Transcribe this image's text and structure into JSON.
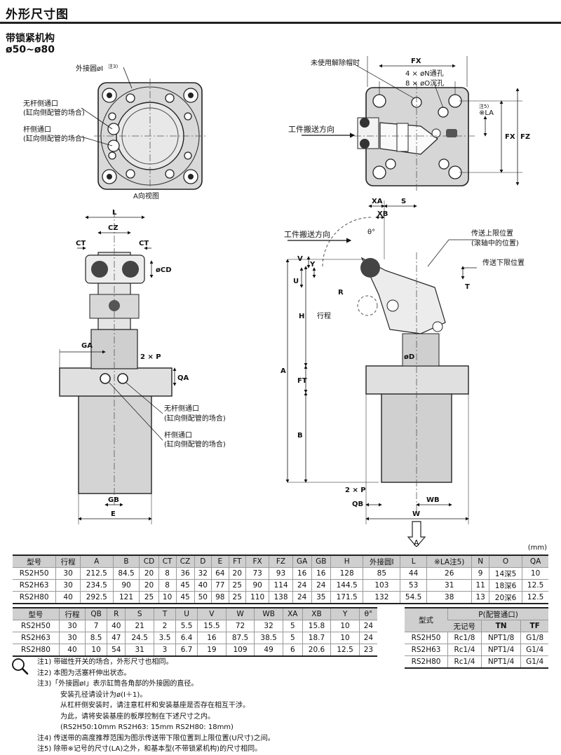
{
  "header": {
    "title": "外形尺寸图"
  },
  "subtitle": {
    "line1": "带锁紧机构",
    "line2": "ø50~ø80"
  },
  "drawing": {
    "labels": {
      "outer_circle": "外接圆øI",
      "note3_sup": "注3)",
      "head_port": "无杆侧通口",
      "head_port_sub": "(缸向侧配管的场合)",
      "rod_port": "杆侧通口",
      "rod_port_sub": "(缸向侧配管的场合)",
      "a_view": "A向视图",
      "unused_plug": "未使用解除帽时",
      "n_holes_prefix": "4 × øN",
      "n_holes_suffix": "通孔",
      "o_holes_prefix": "8 × øO",
      "o_holes_suffix": "沉孔",
      "feed_dir": "工件搬送方向",
      "upper_limit": "传送上限位置",
      "upper_limit_sub": "(滚轴中的位置)",
      "lower_limit": "传送下限位置",
      "stroke": "行程",
      "theta": "θ°",
      "A_arrow": "A",
      "head_port_lower": "无杆侧通口",
      "head_port_lower_sub": "(缸向侧配管的场合)",
      "rod_port_lower": "杆侧通口",
      "rod_port_lower_sub": "(缸向侧配管的场合)",
      "la_note": "※LA",
      "la_sup": "注5)"
    },
    "dims": {
      "FZ": "FZ",
      "FX": "FX",
      "L": "L",
      "CZ": "CZ",
      "CT": "CT",
      "CD": "øCD",
      "GA": "GA",
      "GB": "GB",
      "E": "E",
      "QA": "QA",
      "P2": "2 × P",
      "XA": "XA",
      "XB": "XB",
      "S": "S",
      "V": "V",
      "Y": "Y",
      "U": "U",
      "R": "R",
      "H": "H",
      "A": "A",
      "FT": "FT",
      "B": "B",
      "D": "øD",
      "T": "T",
      "QB": "QB",
      "WB": "WB",
      "W": "W"
    }
  },
  "table1": {
    "unit": "(mm)",
    "headers": [
      "型号",
      "行程",
      "A",
      "B",
      "CD",
      "CT",
      "CZ",
      "D",
      "E",
      "FT",
      "FX",
      "FZ",
      "GA",
      "GB",
      "H",
      "外接圆I",
      "L",
      "※LA注5)",
      "N",
      "O",
      "QA"
    ],
    "rows": [
      [
        "RS2H50",
        "30",
        "212.5",
        "84.5",
        "20",
        "8",
        "36",
        "32",
        "64",
        "20",
        "73",
        "93",
        "16",
        "16",
        "128",
        "85",
        "44",
        "26",
        "9",
        "14深5",
        "10"
      ],
      [
        "RS2H63",
        "30",
        "234.5",
        "90",
        "20",
        "8",
        "45",
        "40",
        "77",
        "25",
        "90",
        "114",
        "24",
        "24",
        "144.5",
        "103",
        "53",
        "31",
        "11",
        "18深6",
        "12.5"
      ],
      [
        "RS2H80",
        "40",
        "292.5",
        "121",
        "25",
        "10",
        "45",
        "50",
        "98",
        "25",
        "110",
        "138",
        "24",
        "35",
        "171.5",
        "132",
        "54.5",
        "38",
        "13",
        "20深6",
        "12.5"
      ]
    ]
  },
  "table2": {
    "headers": [
      "型号",
      "行程",
      "QB",
      "R",
      "S",
      "T",
      "U",
      "V",
      "W",
      "WB",
      "XA",
      "XB",
      "Y",
      "θ°"
    ],
    "rows": [
      [
        "RS2H50",
        "30",
        "7",
        "40",
        "21",
        "2",
        "5.5",
        "15.5",
        "72",
        "32",
        "5",
        "15.8",
        "10",
        "24"
      ],
      [
        "RS2H63",
        "30",
        "8.5",
        "47",
        "24.5",
        "3.5",
        "6.4",
        "16",
        "87.5",
        "38.5",
        "5",
        "18.7",
        "10",
        "24"
      ],
      [
        "RS2H80",
        "40",
        "10",
        "54",
        "31",
        "3",
        "6.7",
        "19",
        "109",
        "49",
        "6",
        "20.6",
        "12.5",
        "23"
      ]
    ]
  },
  "table3": {
    "col_model": "型式",
    "col_p": "P(配管通口)",
    "sub_headers": [
      "无记号",
      "TN",
      "TF"
    ],
    "rows": [
      [
        "RS2H50",
        "Rc1/8",
        "NPT1/8",
        "G1/8"
      ],
      [
        "RS2H63",
        "Rc1/4",
        "NPT1/4",
        "G1/4"
      ],
      [
        "RS2H80",
        "Rc1/4",
        "NPT1/4",
        "G1/4"
      ]
    ]
  },
  "notes": [
    "注1) 带磁性开关的场合，外形尺寸也相同。",
    "注2) 本图为活塞杆伸出状态。",
    "注3)「外接圆øI」表示缸筒各角部的外接圆的直径。",
    "安装孔径请设计为ø(I＋1)。",
    "从杠杆侧安装时，请注意杠杆和安装基座是否存在相互干涉。",
    "为此，请将安装基座的板厚控制在下述尺寸之内。",
    "(RS2H50:10mm RS2H63: 15mm RS2H80: 18mm)",
    "注4) 传送带的高度推荐范围为图示传送带下限位置到上限位置(U尺寸)之间。",
    "注5) 除带※记号的尺寸(LA)之外，和基本型(不带锁紧机构)的尺寸相同。"
  ],
  "colors": {
    "rule": "#222222",
    "table_head": "#cfcfcf",
    "drawing_gray": "#c8c8c8"
  }
}
